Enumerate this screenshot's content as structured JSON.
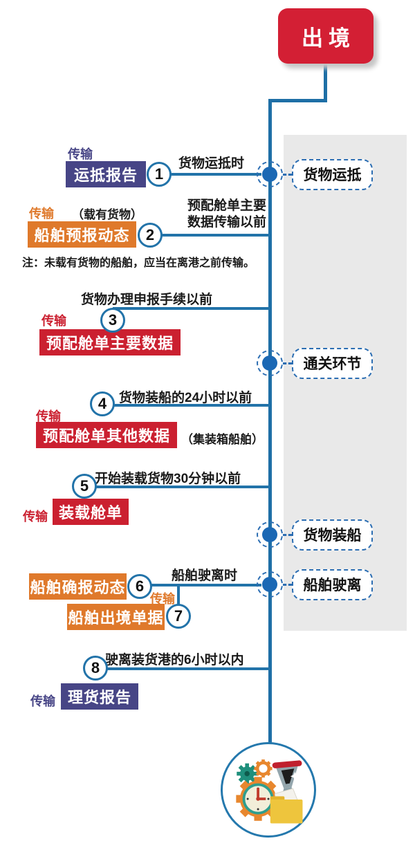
{
  "title": {
    "label": "出境"
  },
  "nodes": [
    {
      "label": "货物运抵"
    },
    {
      "label": "通关环节"
    },
    {
      "label": "货物装船"
    },
    {
      "label": "船舶驶离"
    }
  ],
  "steps": [
    {
      "num": "1",
      "transmit": "传输",
      "doc": "运抵报告",
      "timing": "货物运抵时"
    },
    {
      "num": "2",
      "transmit": "传输",
      "qualifier": "（载有货物）",
      "doc": "船舶预报动态",
      "timing_line1": "预配舱单主要",
      "timing_line2": "数据传输以前",
      "note": "注：未载有货物的船舶，应当在离港之前传输。"
    },
    {
      "num": "3",
      "transmit": "传输",
      "doc": "预配舱单主要数据",
      "timing": "货物办理申报手续以前"
    },
    {
      "num": "4",
      "transmit": "传输",
      "doc": "预配舱单其他数据",
      "timing": "货物装船的24小时以前",
      "qualifier": "（集装箱船舶）"
    },
    {
      "num": "5",
      "transmit": "传输",
      "doc": "装载舱单",
      "timing": "开始装载货物30分钟以前"
    },
    {
      "num": "6",
      "doc": "船舶确报动态",
      "timing": "船舶驶离时"
    },
    {
      "num": "7",
      "transmit": "传输",
      "doc": "船舶出境单据"
    },
    {
      "num": "8",
      "transmit": "传输",
      "doc": "理货报告",
      "timing": "驶离装货港的6小时以内"
    }
  ],
  "colors": {
    "title_bg": "#d31f34",
    "navy": "#474586",
    "orange": "#df792b",
    "red": "#cb2030",
    "line": "#2273a9",
    "spine": "#1e6fa6",
    "node_dot": "#1b68b4",
    "panel": "#e9e9e9"
  },
  "icon": {
    "name": "process-management-icon"
  }
}
